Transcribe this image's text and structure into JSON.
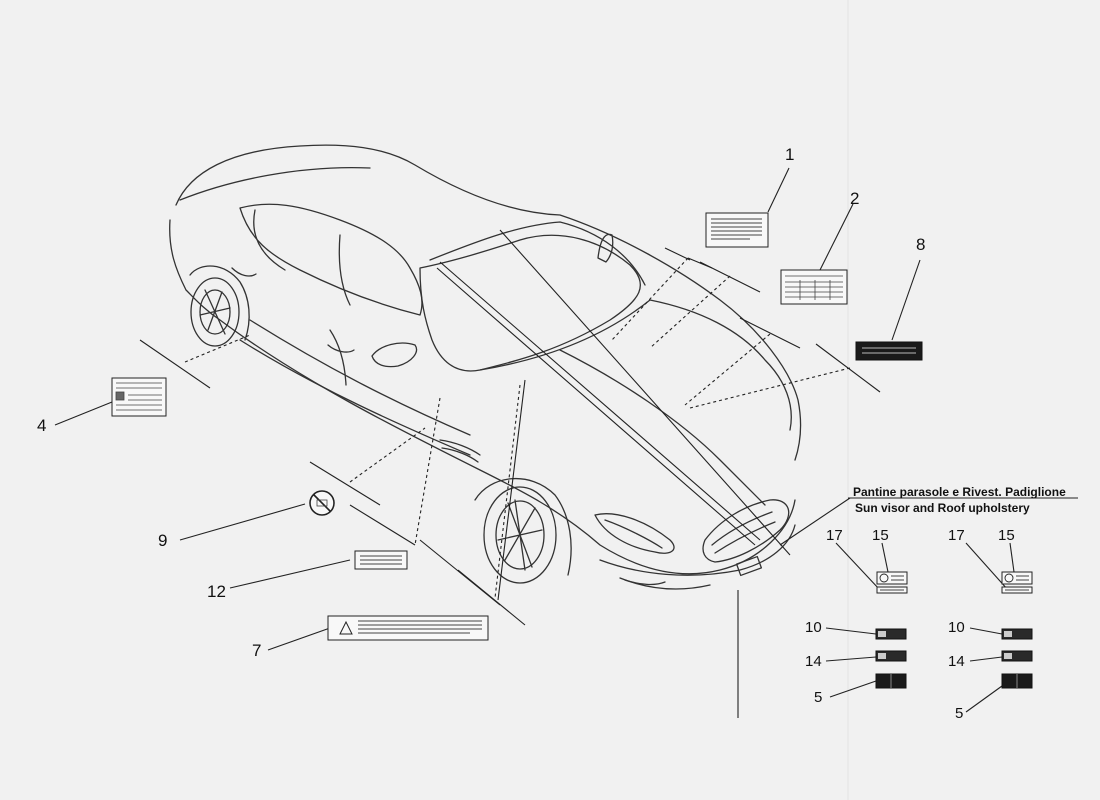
{
  "section": {
    "title_it": "Pantine parasole e Rivest. Padiglione",
    "title_en": "Sun visor and Roof upholstery"
  },
  "callouts": {
    "c1": "1",
    "c2": "2",
    "c4": "4",
    "c7": "7",
    "c8": "8",
    "c9": "9",
    "c12": "12",
    "left_col": {
      "c17": "17",
      "c15": "15",
      "c10": "10",
      "c14": "14",
      "c5": "5"
    },
    "right_col": {
      "c17": "17",
      "c15": "15",
      "c10": "10",
      "c14": "14",
      "c5": "5"
    }
  },
  "colors": {
    "line": "#222222",
    "background": "#f1f1f1",
    "label_dark": "#1a1a1a"
  }
}
